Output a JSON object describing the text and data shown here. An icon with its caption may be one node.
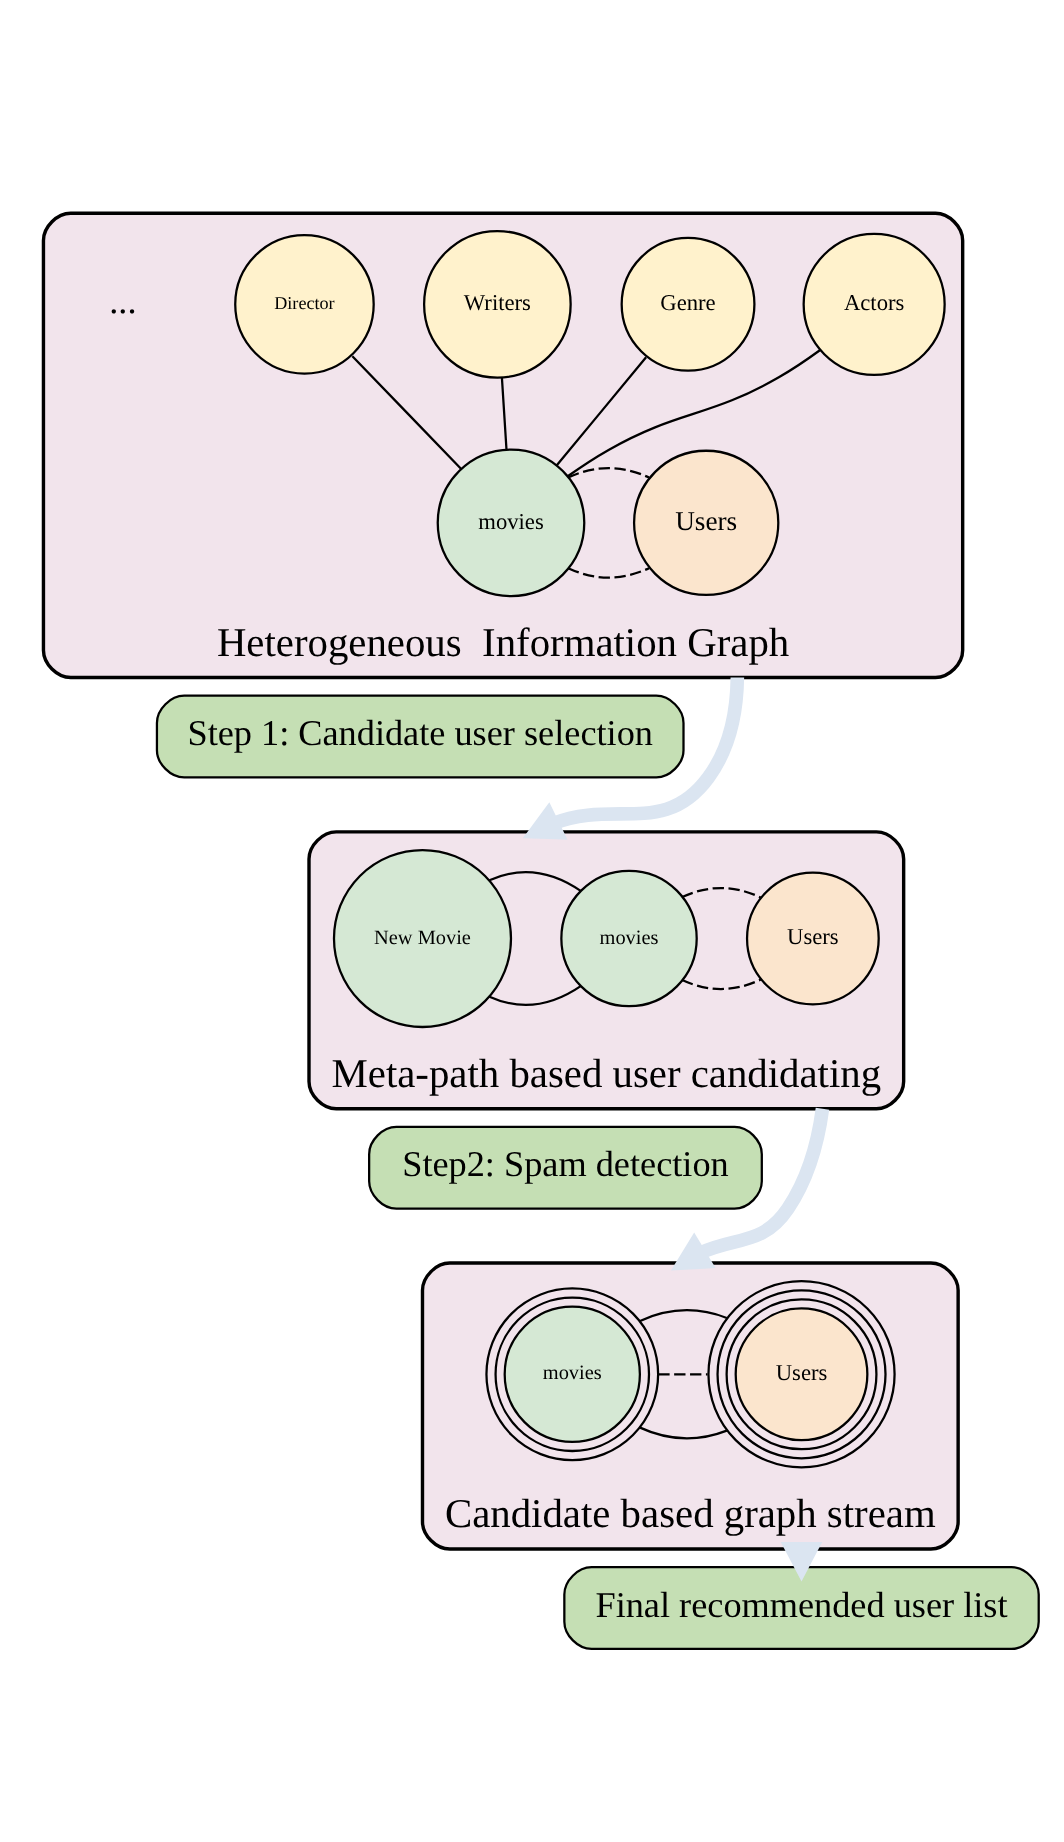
{
  "diagram": {
    "nodes": [
      {
        "text": [
          "Heterogeneous  Information Graph"
        ]
      },
      {
        "text": [
          "Actors"
        ],
        "in": 0
      },
      {
        "text": [
          "Genre"
        ],
        "in": 0
      },
      {
        "text": [
          "movies"
        ],
        "in": 0
      },
      {
        "text": [
          "Users"
        ],
        "in": 0
      },
      {
        "text": [
          "Writers"
        ],
        "in": 0
      },
      {
        "text": [
          "Director"
        ],
        "in": 0
      },
      {
        "text": [
          "Step 1: Candidate user selection"
        ]
      },
      {
        "text": [
          "Meta-path based user candidating"
        ]
      },
      {
        "text": [
          "New Movie"
        ],
        "in": 8
      },
      {
        "text": [
          "movies"
        ],
        "in": 8
      },
      {
        "text": [
          "Users"
        ],
        "in": 8
      },
      {
        "text": [
          "Step2: Spam detection"
        ]
      },
      {
        "text": [
          "Candidate based graph stream"
        ]
      },
      {
        "text": [
          "movies"
        ],
        "in": 13
      },
      {
        "text": [
          "Users"
        ],
        "in": 13
      },
      {
        "text": [
          "Final recommended user list"
        ]
      }
    ],
    "edges": [
      {
        "from": 1,
        "to": 3,
        "arrow": "none"
      },
      {
        "from": 2,
        "to": 3,
        "arrow": "none"
      },
      {
        "from": 5,
        "to": 3,
        "arrow": "none"
      },
      {
        "from": 6,
        "to": 3,
        "arrow": "none"
      },
      {
        "from": 3,
        "to": 4,
        "arrow": "none",
        "style": "dashed"
      },
      {
        "from": 3,
        "to": 4,
        "arrow": "none",
        "style": "dashed"
      },
      {
        "from": 0,
        "to": 8,
        "arrow": "to",
        "style": "thick",
        "color": "#dbe5f1"
      },
      {
        "from": 9,
        "to": 10,
        "arrow": "none"
      },
      {
        "from": 9,
        "to": 10,
        "arrow": "none"
      },
      {
        "from": 10,
        "to": 11,
        "arrow": "none",
        "style": "dashed"
      },
      {
        "from": 10,
        "to": 11,
        "arrow": "none",
        "style": "dashed"
      },
      {
        "from": 8,
        "to": 13,
        "arrow": "to",
        "style": "thick",
        "color": "#dbe5f1"
      },
      {
        "from": 14,
        "to": 15,
        "arrow": "none"
      },
      {
        "from": 14,
        "to": 15,
        "arrow": "none",
        "style": "dashed"
      },
      {
        "from": 14,
        "to": 15,
        "arrow": "none"
      },
      {
        "from": 13,
        "to": 16,
        "arrow": "to",
        "style": "thick",
        "color": "#dbe5f1"
      }
    ],
    "labels": [
      "..."
    ]
  }
}
